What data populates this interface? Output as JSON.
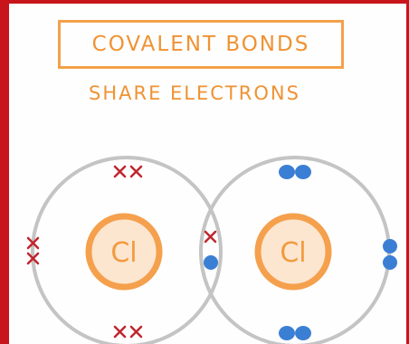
{
  "title": "Covalent Bonds",
  "subtitle": "Share Electrons",
  "atoms": [
    {
      "symbol": "Cl"
    },
    {
      "symbol": "Cl"
    }
  ],
  "colors": {
    "frame": "#c8151b",
    "title": "#f09233",
    "nucleus_outline": "#f5a04d",
    "nucleus_fill": "#fde3cb",
    "shell": "#bdbdbd",
    "cross": "#c0262d",
    "dot": "#3b7fd4"
  }
}
